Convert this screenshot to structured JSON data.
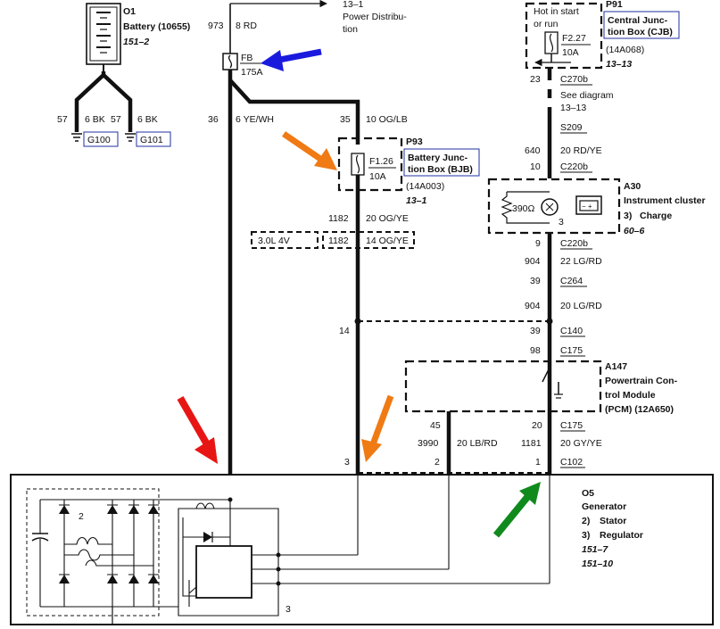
{
  "battery": {
    "id": "O1",
    "name": "Battery (10655)",
    "ref": "151–2"
  },
  "grounds": {
    "left": {
      "circuit": "57",
      "wire": "6 BK",
      "label": "G100"
    },
    "right": {
      "circuit": "57",
      "wire": "6 BK",
      "label": "G101"
    }
  },
  "top_wire": {
    "circuit": "973",
    "wire": "8 RD",
    "dest_ref": "13–1",
    "dest_line1": "Power Distribu-",
    "dest_line2": "tion"
  },
  "fusible_link": {
    "name": "FB",
    "rating": "175A"
  },
  "wire_yewh": {
    "circuit": "36",
    "wire": "6 YE/WH"
  },
  "wire_oglb": {
    "circuit": "35",
    "wire": "10 OG/LB"
  },
  "p93": {
    "fuse": "F1.26",
    "rating": "10A",
    "id": "P93",
    "name_line1": "Battery Junc-",
    "name_line2": "tion Box (BJB)",
    "part": "(14A003)",
    "ref": "13–1"
  },
  "wire_ogye": {
    "circuit": "1182",
    "wire": "20 OG/YE"
  },
  "variant": {
    "label": "3.0L 4V",
    "circuit": "1182",
    "wire": "14 OG/YE"
  },
  "splice_circuit": "14",
  "p91": {
    "note_line1": "Hot in start",
    "note_line2": "or run",
    "fuse": "F2.27",
    "rating": "10A",
    "id": "P91",
    "name_line1": "Central Junc-",
    "name_line2": "tion Box (CJB)",
    "part": "(14A068)",
    "ref": "13–13"
  },
  "connectors": {
    "c270b": "C270b",
    "c220b_top": "C220b",
    "c220b_bot": "C220b",
    "c264": "C264",
    "c140": "C140",
    "c175_top": "C175",
    "c175_bot": "C175",
    "c102": "C102",
    "s209": "S209"
  },
  "pins": {
    "p23": "23",
    "p10": "10",
    "p3_a30": "3",
    "p9": "9",
    "p39_a": "39",
    "p39_b": "39",
    "p98": "98",
    "p45": "45",
    "p20": "20",
    "p3_gen": "3",
    "p2_gen": "2",
    "p1_gen": "1"
  },
  "see_diagram": {
    "line1": "See diagram",
    "line2": "13–13"
  },
  "wire_rdye": {
    "circuit": "640",
    "wire": "20 RD/YE"
  },
  "a30": {
    "id": "A30",
    "name": "Instrument cluster",
    "fn_num": "3)",
    "fn": "Charge",
    "ref": "60–6",
    "resistor": "390Ω",
    "terminal": "3"
  },
  "wire_lgrd_22": {
    "circuit": "904",
    "wire": "22 LG/RD"
  },
  "wire_lgrd_20": {
    "circuit": "904",
    "wire": "20 LG/RD"
  },
  "a147": {
    "id": "A147",
    "name_line1": "Powertrain Con-",
    "name_line2": "trol Module",
    "name_line3": "(PCM) (12A650)"
  },
  "wire_lbrd": {
    "circuit": "3990",
    "wire": "20 LB/RD"
  },
  "wire_gyye": {
    "circuit": "1181",
    "wire": "20 GY/YE"
  },
  "generator": {
    "id": "O5",
    "name": "Generator",
    "item1_num": "2)",
    "item1": "Stator",
    "item2_num": "3)",
    "item2": "Regulator",
    "ref1": "151–7",
    "ref2": "151–10",
    "stator_num": "2",
    "reg_num": "3"
  },
  "colors": {
    "blue_arrow": "#1a1adf",
    "orange_arrow": "#f07a14",
    "red_arrow": "#e81515",
    "green_arrow": "#108a1c",
    "box_border": "#2030a0"
  }
}
